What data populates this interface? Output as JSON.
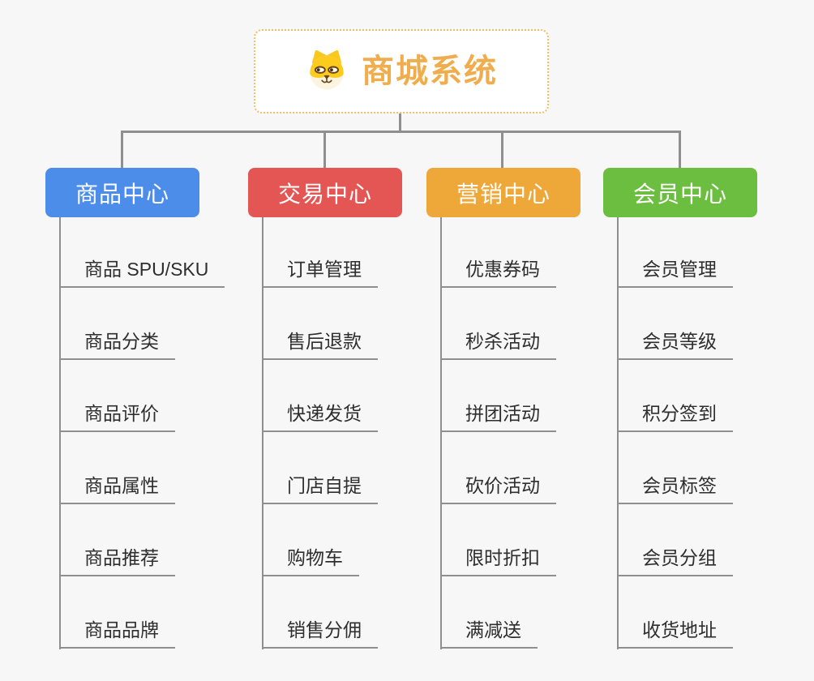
{
  "page": {
    "background": "#f7f7f8",
    "connector_color": "#8f8f8f"
  },
  "root": {
    "title": "商城系统",
    "title_color": "#f0ad4e",
    "icon": "doge-icon"
  },
  "branches": [
    {
      "label": "商品中心",
      "color": "#4c8dea",
      "children": [
        "商品 SPU/SKU",
        "商品分类",
        "商品评价",
        "商品属性",
        "商品推荐",
        "商品品牌"
      ]
    },
    {
      "label": "交易中心",
      "color": "#e45653",
      "children": [
        "订单管理",
        "售后退款",
        "快递发货",
        "门店自提",
        "购物车",
        "销售分佣"
      ]
    },
    {
      "label": "营销中心",
      "color": "#eda839",
      "children": [
        "优惠券码",
        "秒杀活动",
        "拼团活动",
        "砍价活动",
        "限时折扣",
        "满减送"
      ]
    },
    {
      "label": "会员中心",
      "color": "#6cbe40",
      "children": [
        "会员管理",
        "会员等级",
        "积分签到",
        "会员标签",
        "会员分组",
        "收货地址"
      ]
    }
  ]
}
